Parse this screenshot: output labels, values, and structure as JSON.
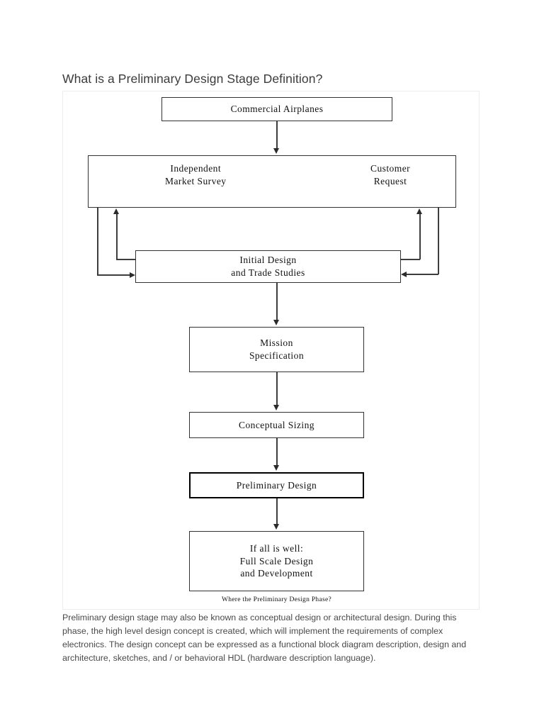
{
  "page": {
    "title": "What is a Preliminary Design Stage Definition?"
  },
  "figure": {
    "caption": "Where the Preliminary Design Phase?",
    "nodes": {
      "commercial_airplanes": {
        "line1": "Commercial Airplanes"
      },
      "sources": {
        "left_line1": "Independent",
        "left_line2": "Market Survey",
        "right_line1": "Customer",
        "right_line2": "Request"
      },
      "initial_design": {
        "line1": "Initial Design",
        "line2": "and Trade Studies"
      },
      "mission": {
        "line1": "Mission",
        "line2": "Specification"
      },
      "conceptual_sizing": {
        "line1": "Conceptual Sizing"
      },
      "preliminary_design": {
        "line1": "Preliminary Design"
      },
      "full_scale": {
        "line1": "If all is well:",
        "line2": "Full Scale Design",
        "line3": "and Development"
      }
    },
    "colors": {
      "box_border": "#333333",
      "emphasis_border": "#000000",
      "connector": "#3d3d3d",
      "container_border": "#ededed"
    }
  },
  "body": {
    "paragraph": "Preliminary design stage may also be known as conceptual design or architectural design. During this phase, the high level design concept is created, which will implement the requirements of complex electronics. The design concept can be expressed as a functional block diagram description, design and architecture, sketches, and / or behavioral HDL (hardware description language)."
  }
}
